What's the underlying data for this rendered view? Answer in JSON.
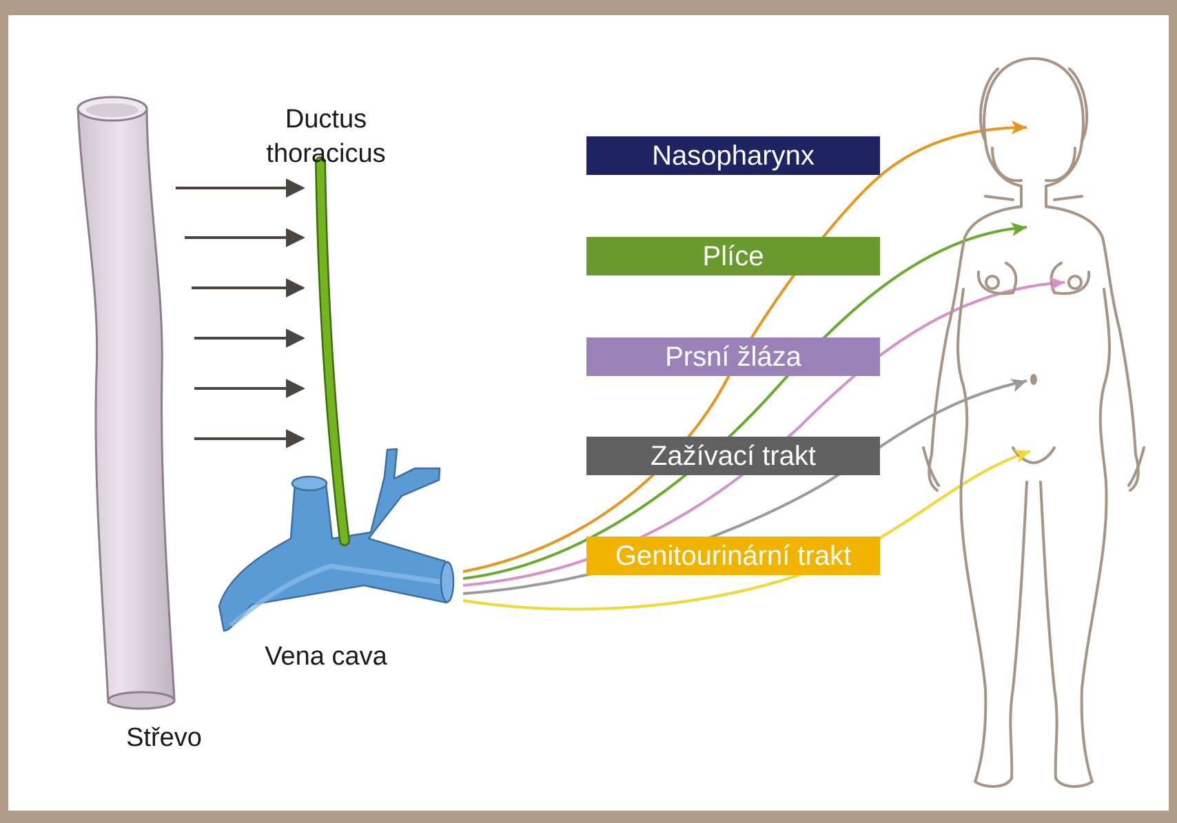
{
  "labels": {
    "ductus_line1": "Ductus",
    "ductus_line2": "thoracicus",
    "vena_cava": "Vena cava",
    "strevo": "Střevo"
  },
  "destinations": [
    {
      "label": "Nasopharynx",
      "color": "#1e2462",
      "line_color": "#e8961e"
    },
    {
      "label": "Plíce",
      "color": "#6a9a2e",
      "line_color": "#6aaa2e"
    },
    {
      "label": "Prsní žláza",
      "color": "#9a82b8",
      "line_color": "#d890cc"
    },
    {
      "label": "Zažívací trakt",
      "color": "#606060",
      "line_color": "#9a9a9a"
    },
    {
      "label": "Genitourinární trakt",
      "color": "#f0b400",
      "line_color": "#f0d836"
    }
  ],
  "colors": {
    "frame": "#b09a88",
    "intestine": "#ddd3dd",
    "vein": "#5b9bd5",
    "duct": "#6aaa1e",
    "arrows": "#4a4540",
    "body_outline": "#a89484"
  }
}
